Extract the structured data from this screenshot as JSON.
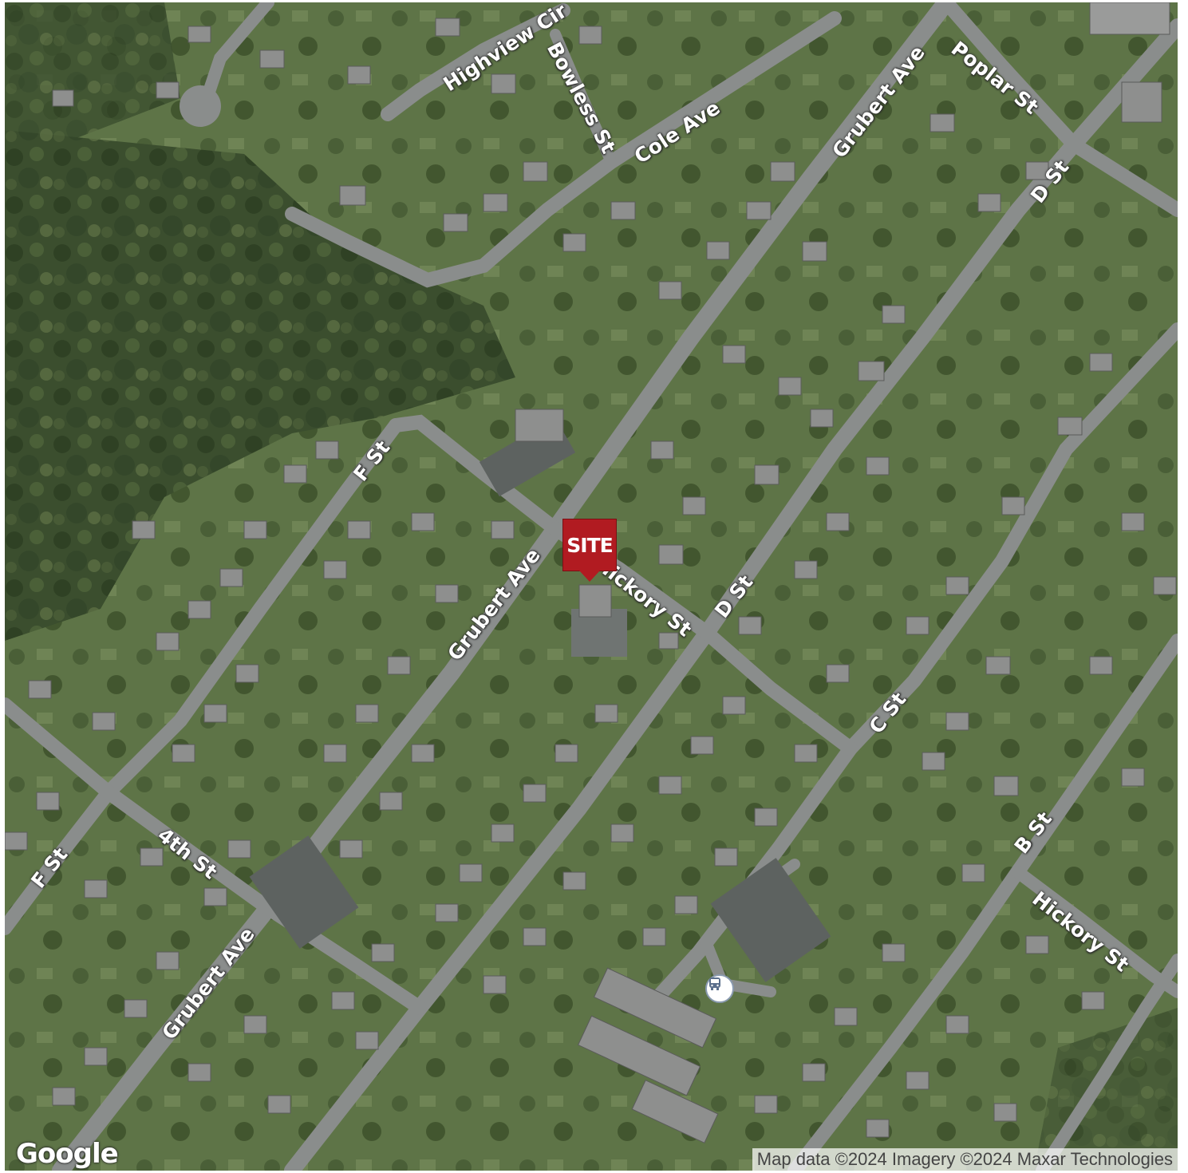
{
  "map": {
    "type": "satellite",
    "marker_label": "SITE",
    "attribution": "Map data ©2024 Imagery ©2024 Maxar Technologies",
    "logo": "Google",
    "transit_icon": "bus-stop-icon",
    "colors": {
      "vegetation_dark": "#3f5331",
      "vegetation_light": "#6a8050",
      "road": "#8a8d8c",
      "marker": "#b11b21"
    },
    "street_labels": [
      {
        "id": "highview-cir",
        "text": "Highview Cir"
      },
      {
        "id": "bowless-st",
        "text": "Bowless St"
      },
      {
        "id": "cole-ave",
        "text": "Cole Ave"
      },
      {
        "id": "grubert-ave-north",
        "text": "Grubert Ave"
      },
      {
        "id": "poplar-st",
        "text": "Poplar St"
      },
      {
        "id": "d-st-north",
        "text": "D St"
      },
      {
        "id": "f-st-north",
        "text": "F St"
      },
      {
        "id": "grubert-ave-middle",
        "text": "Grubert Ave"
      },
      {
        "id": "hickory-st-middle",
        "text": "Hickory St"
      },
      {
        "id": "d-st-middle",
        "text": "D St"
      },
      {
        "id": "c-st",
        "text": "C St"
      },
      {
        "id": "f-st-south",
        "text": "F St"
      },
      {
        "id": "4th-st",
        "text": "4th St"
      },
      {
        "id": "grubert-ave-south",
        "text": "Grubert Ave"
      },
      {
        "id": "b-st",
        "text": "B St"
      },
      {
        "id": "hickory-st-east",
        "text": "Hickory St"
      }
    ]
  }
}
